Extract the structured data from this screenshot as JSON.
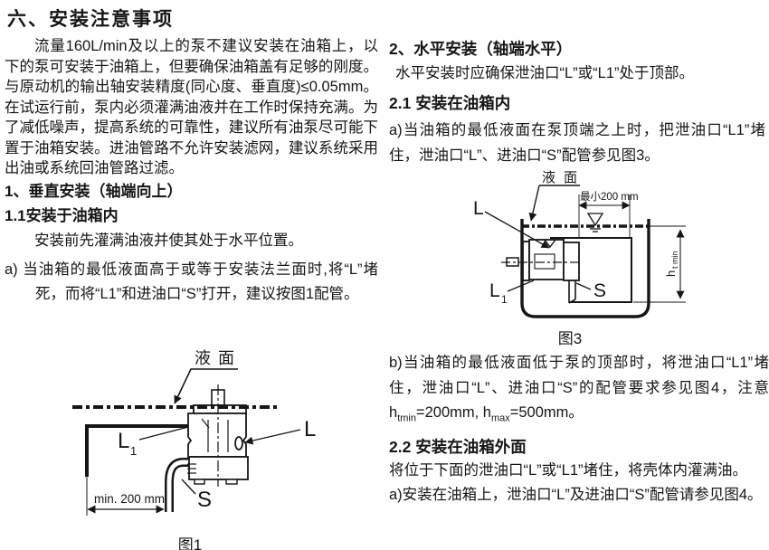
{
  "page": {
    "title": "六、安装注意事项"
  },
  "colors": {
    "ink": "#161616",
    "paper": "#ffffff"
  },
  "left": {
    "intro": "流量160L/min及以上的泵不建议安装在油箱上，以下的泵可安装于油箱上，但要确保油箱盖有足够的刚度。与原动机的输出轴安装精度(同心度、垂直度)≤0.05mm。在试运行前，泵内必须灌满油液并在工作时保持充满。为了减低噪声，提高系统的可靠性，建议所有油泵尽可能下置于油箱安装。进油管路不允许安装滤网，建议系统采用出油或系统回油管路过滤。",
    "h1": "1、垂直安装（轴端向上）",
    "h11": "1.1安装于油箱内",
    "p11": "安装前先灌满油液并使其处于水平位置。",
    "item_a": "a)  当油箱的最低液面高于或等于安装法兰面时,将“L”堵死，而将“L1”和进油口“S”打开，建议按图1配管。"
  },
  "fig1": {
    "caption": "图1",
    "liquid_label": "液面",
    "dim_label": "min. 200 mm",
    "label_l": "L",
    "label_l1_base": "L",
    "label_l1_sub": "1",
    "label_s": "S"
  },
  "right": {
    "h2": "2、水平安装（轴端水平）",
    "p2": "水平安装时应确保泄油口“L”或“L1”处于顶部。",
    "h21": "2.1 安装在油箱内",
    "item_a1": "a)当油箱的最低液面在泵顶端之上时，把泄油口“L1”堵住，泄油口“L”、进油口“S”配管参见图3。",
    "item_b": {
      "pre": "b)当油箱的最低液面低于泵的顶部时，将泄油口“L1”堵住，泄油口“L”、进油口“S”的配管要求参见图4，注意 h",
      "sub1": "tmin",
      "mid": "=200mm, h",
      "sub2": "max",
      "post": "=500mm。"
    },
    "h22": "2.2 安装在油箱外面",
    "p22": "将位于下面的泄油口“L”或“L1”堵住，将壳体内灌满油。",
    "item_a2": "a)安装在油箱上，泄油口“L”及进油口“S”配管请参见图4。"
  },
  "fig3": {
    "caption": "图3",
    "liquid_label": "液面",
    "dim_top_label": "最小200 mm",
    "label_l": "L",
    "label_l1_base": "L",
    "label_l1_sub": "1",
    "label_s": "S",
    "dim_h_base": "h",
    "dim_h_sub": "t min"
  }
}
